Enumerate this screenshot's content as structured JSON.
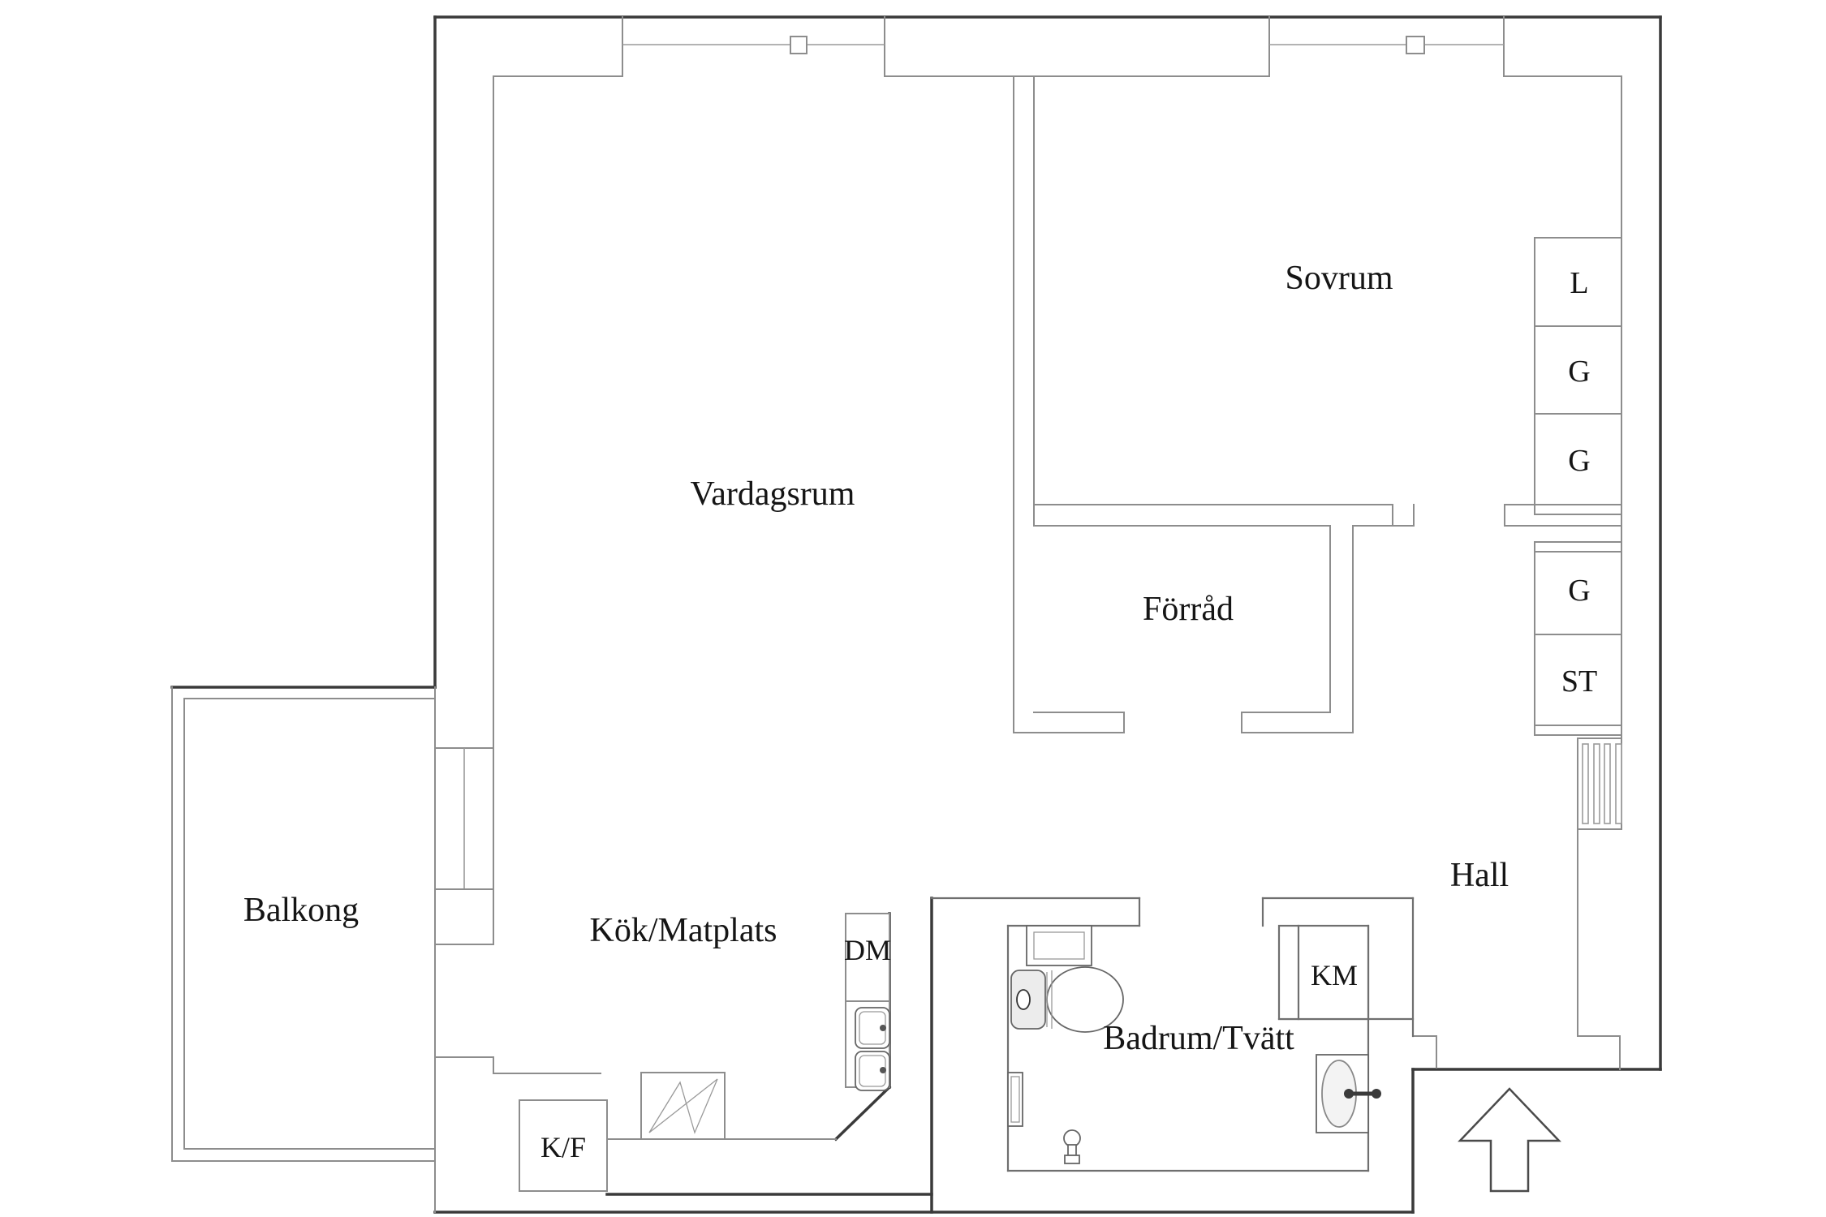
{
  "plan": {
    "type": "apartment-floor-plan",
    "language": "sv",
    "rooms": {
      "vardagsrum": {
        "label": "Vardagsrum"
      },
      "sovrum": {
        "label": "Sovrum"
      },
      "forrad": {
        "label": "Förråd"
      },
      "kok": {
        "label": "Kök/Matplats"
      },
      "badrum": {
        "label": "Badrum/Tvätt"
      },
      "hall": {
        "label": "Hall"
      },
      "balkong": {
        "label": "Balkong"
      }
    },
    "appliances": {
      "dishwasher": {
        "label": "DM"
      },
      "washing_machine": {
        "label": "KM"
      },
      "fridge_freezer": {
        "label": "K/F"
      }
    },
    "closets": {
      "linen": {
        "label": "L"
      },
      "wardrobe1": {
        "label": "G"
      },
      "wardrobe2": {
        "label": "G"
      },
      "wardrobe3": {
        "label": "G"
      },
      "cleaning": {
        "label": "ST"
      }
    },
    "icons": {
      "toilet": "toilet-icon",
      "bathroom_sink": "sink-icon",
      "kitchen_sink": "double-basin-sink-icon",
      "stove": "stove-icon",
      "radiator": "radiator-icon",
      "floor_drain": "floor-drain-icon",
      "vent_grille": "grille-icon",
      "entrance_arrow": "entrance-arrow-icon",
      "window": "window-icon"
    },
    "colors": {
      "background": "#ffffff",
      "wall_outer": "#3a3a3a",
      "wall_inner": "#8d8d8d",
      "text": "#151515",
      "fixture_shade": "#ececec"
    }
  }
}
